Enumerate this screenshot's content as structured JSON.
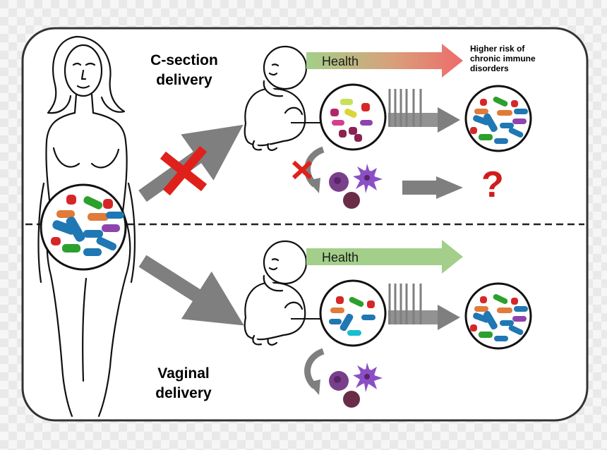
{
  "labels": {
    "csection_line1": "C-section",
    "csection_line2": "delivery",
    "vaginal_line1": "Vaginal",
    "vaginal_line2": "delivery",
    "health_top": "Health",
    "health_bottom": "Health",
    "risk_line1": "Higher risk of",
    "risk_line2": "chronic immune",
    "risk_line3": "disorders",
    "question": "?"
  },
  "colors": {
    "panel_border": "#333333",
    "arrow_gray": "#7f7f7f",
    "health_green": "#a3cf8a",
    "risk_red": "#ee6b6b",
    "cross_red": "#e0201b",
    "question_red": "#d11c1c",
    "immune_purple": "#7a3f8a",
    "immune_dark": "#6b2c47"
  },
  "icons": [
    "mother-figure",
    "baby-icon",
    "microbiome-circle-icon",
    "immune-cells-icon",
    "cross-icon"
  ]
}
